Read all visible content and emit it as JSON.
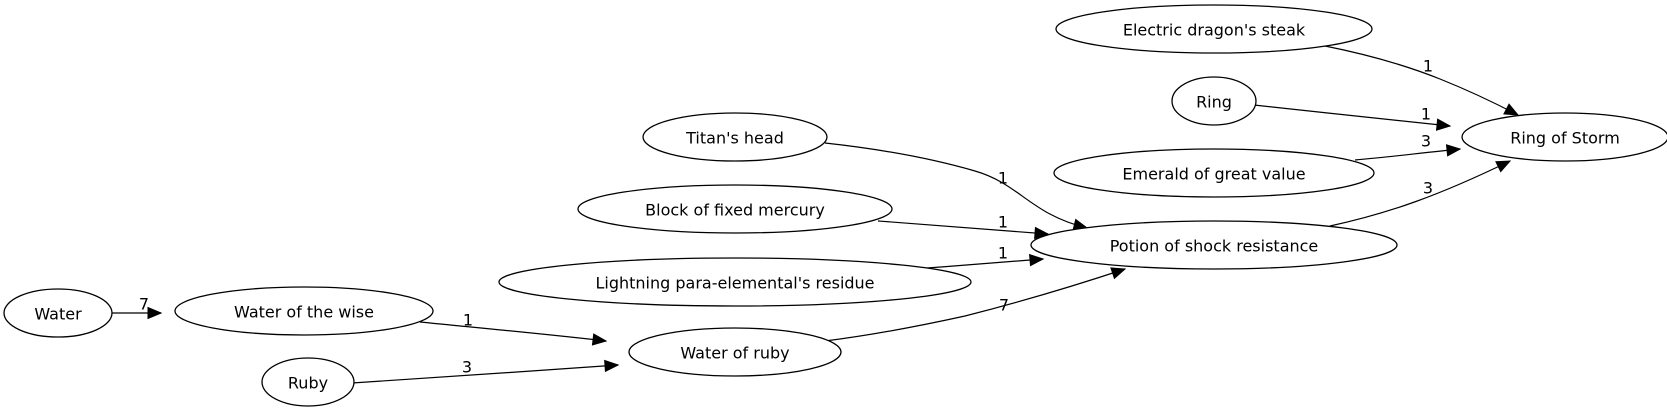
{
  "graph": {
    "nodes": [
      {
        "id": "water",
        "label": "Water"
      },
      {
        "id": "water_wise",
        "label": "Water of the wise"
      },
      {
        "id": "ruby",
        "label": "Ruby"
      },
      {
        "id": "water_ruby",
        "label": "Water of ruby"
      },
      {
        "id": "lightning_residue",
        "label": "Lightning para-elemental's residue"
      },
      {
        "id": "fixed_mercury",
        "label": "Block of fixed mercury"
      },
      {
        "id": "titans_head",
        "label": "Titan's head"
      },
      {
        "id": "potion_shock",
        "label": "Potion of shock resistance"
      },
      {
        "id": "emerald",
        "label": "Emerald of great value"
      },
      {
        "id": "ring",
        "label": "Ring"
      },
      {
        "id": "dragon_steak",
        "label": "Electric dragon's steak"
      },
      {
        "id": "ring_storm",
        "label": "Ring of Storm"
      }
    ],
    "edges": [
      {
        "id": "e1",
        "from": "water",
        "to": "water_wise",
        "label": "7"
      },
      {
        "id": "e2",
        "from": "water_wise",
        "to": "water_ruby",
        "label": "1"
      },
      {
        "id": "e3",
        "from": "ruby",
        "to": "water_ruby",
        "label": "3"
      },
      {
        "id": "e4",
        "from": "water_ruby",
        "to": "potion_shock",
        "label": "7"
      },
      {
        "id": "e5",
        "from": "lightning_residue",
        "to": "potion_shock",
        "label": "1"
      },
      {
        "id": "e6",
        "from": "fixed_mercury",
        "to": "potion_shock",
        "label": "1"
      },
      {
        "id": "e7",
        "from": "titans_head",
        "to": "potion_shock",
        "label": "1"
      },
      {
        "id": "e8",
        "from": "potion_shock",
        "to": "ring_storm",
        "label": "3"
      },
      {
        "id": "e9",
        "from": "emerald",
        "to": "ring_storm",
        "label": "3"
      },
      {
        "id": "e10",
        "from": "ring",
        "to": "ring_storm",
        "label": "1"
      },
      {
        "id": "e11",
        "from": "dragon_steak",
        "to": "ring_storm",
        "label": "1"
      }
    ]
  }
}
